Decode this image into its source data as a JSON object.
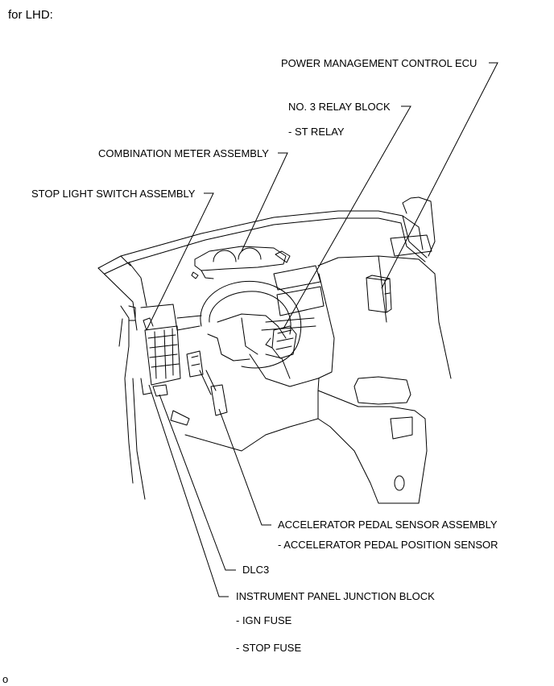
{
  "heading": "for LHD:",
  "corner_mark": "o",
  "labels": {
    "power_ecu": "POWER MANAGEMENT CONTROL ECU",
    "relay_block": "NO. 3 RELAY BLOCK",
    "st_relay": "- ST RELAY",
    "combination_meter": "COMBINATION METER ASSEMBLY",
    "stop_light_switch": "STOP LIGHT SWITCH ASSEMBLY",
    "accel_pedal_sensor": "ACCELERATOR PEDAL SENSOR ASSEMBLY",
    "accel_pedal_position": "- ACCELERATOR PEDAL POSITION SENSOR",
    "dlc3": "DLC3",
    "junction_block": "INSTRUMENT PANEL JUNCTION BLOCK",
    "ign_fuse": "- IGN FUSE",
    "stop_fuse": "- STOP FUSE"
  }
}
